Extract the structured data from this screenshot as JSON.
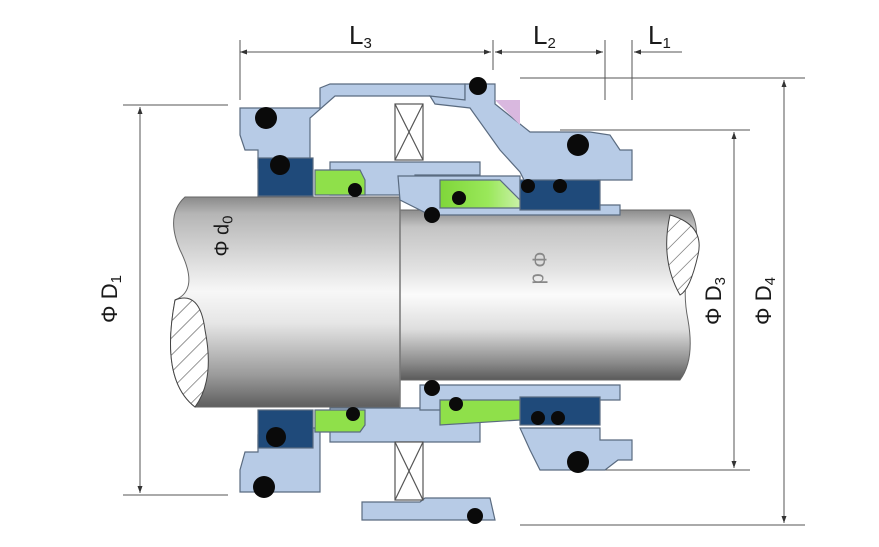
{
  "diagram": {
    "type": "mechanical-seal-cross-section",
    "colors": {
      "housing": "#b7cbe6",
      "housing_outline": "#5a6b80",
      "stationary_seat": "#1f4a7a",
      "rotating_face": "#8fe04a",
      "oring": "#0a0a0a",
      "shaft_light": "#eeeeee",
      "shaft_dark": "#6b6b6b",
      "dim_line": "#555555",
      "accent_pink": "#d9b8df"
    },
    "horizontal_dimensions": [
      {
        "id": "L3",
        "symbol": "L",
        "sub": "3"
      },
      {
        "id": "L2",
        "symbol": "L",
        "sub": "2"
      },
      {
        "id": "L1",
        "symbol": "L",
        "sub": "1"
      }
    ],
    "vertical_dimensions": [
      {
        "id": "D1",
        "prefix": "Φ",
        "symbol": "D",
        "sub": "1"
      },
      {
        "id": "d0",
        "prefix": "Φ",
        "symbol": "d",
        "sub": "0"
      },
      {
        "id": "d",
        "prefix": "Φ",
        "symbol": "d",
        "sub": ""
      },
      {
        "id": "D3",
        "prefix": "Φ",
        "symbol": "D",
        "sub": "3"
      },
      {
        "id": "D4",
        "prefix": "Φ",
        "symbol": "D",
        "sub": "4"
      }
    ]
  }
}
